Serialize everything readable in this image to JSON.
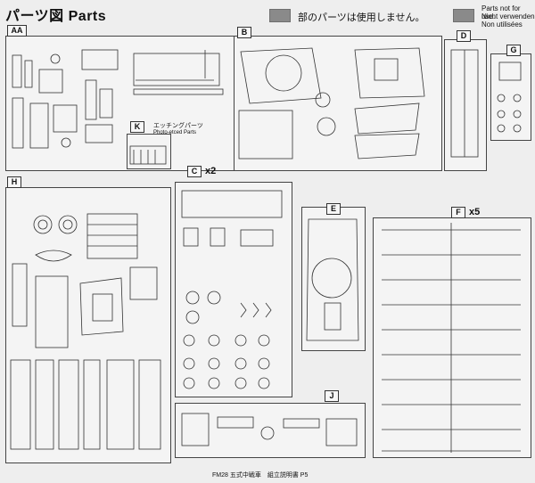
{
  "title": "パーツ図 Parts",
  "legend": {
    "jp": "部のパーツは使用しません。",
    "en": [
      "Parts not for use.",
      "Nicht verwenden",
      "Non utilisées"
    ]
  },
  "sprues": {
    "aa": {
      "label": "AA"
    },
    "b": {
      "label": "B"
    },
    "d": {
      "label": "D"
    },
    "g": {
      "label": "G"
    },
    "k": {
      "label": "K"
    },
    "h": {
      "label": "H"
    },
    "c": {
      "label": "C",
      "multiplier": "x2"
    },
    "e": {
      "label": "E"
    },
    "f": {
      "label": "F",
      "multiplier": "x5"
    },
    "j": {
      "label": "J"
    }
  },
  "etching": {
    "jp": "エッチングパーツ",
    "en": "Photo-etced Parts"
  },
  "footer": "FM28 五式中戦車　組立説明書 P5"
}
